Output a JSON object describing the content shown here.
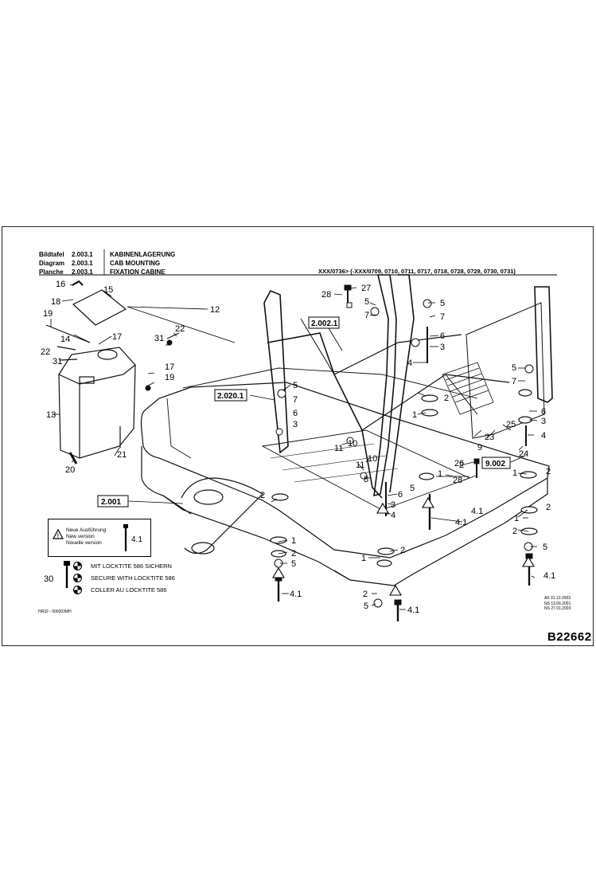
{
  "header": {
    "labels": [
      "Bildtafel",
      "Diagram",
      "Planche"
    ],
    "numbers": [
      "2.003.1",
      "2.003.1",
      "2.003.1"
    ],
    "titles": [
      "KABINENLAGERUNG",
      "CAB MOUNTING",
      "FIXATION CABINE"
    ],
    "serial_range": "XXX/0736> (-XXX/0709, 0710, 0711, 0717, 0718, 0728, 0729, 0730, 0731)"
  },
  "reference_boxes": [
    "2.002.1",
    "2.020.1",
    "2.001",
    "9.002"
  ],
  "callouts": [
    "16",
    "15",
    "18",
    "12",
    "19",
    "14",
    "17",
    "31",
    "22",
    "22",
    "31",
    "17",
    "19",
    "13",
    "21",
    "20",
    "28",
    "27",
    "5",
    "7",
    "5",
    "7",
    "6",
    "3",
    "4",
    "5",
    "7",
    "6",
    "3",
    "4",
    "1",
    "2",
    "2.002.1",
    "5",
    "7",
    "6",
    "3",
    "11",
    "10",
    "11",
    "10",
    "8",
    "5",
    "6",
    "3",
    "4",
    "1",
    "2",
    "26",
    "28",
    "9",
    "23",
    "25",
    "24",
    "1",
    "2",
    "2",
    "5",
    "4.1",
    "4.1",
    "1",
    "2",
    "5",
    "1",
    "2",
    "4.1",
    "2",
    "5",
    "4.1",
    "2"
  ],
  "notice": {
    "lines": [
      "Neue Ausführung",
      "New version",
      "Nouelle version"
    ],
    "part_ref": "4.1",
    "icon": "warning-triangle-icon"
  },
  "locktite": {
    "part_ref": "30",
    "lines": [
      "MIT LOCKTITE 586 SICHERN",
      "SECURE WITH LOCKTITE 586",
      "COLLER AU LOCKTITE 586"
    ],
    "icon": "locktite-disc-icon"
  },
  "footer": {
    "left_code": "HR32 - 000003MH",
    "revisions": [
      "AK 31.10.2003",
      "NS 13.06.2001",
      "NS 27.01.2003"
    ],
    "document_code": "B22662"
  }
}
